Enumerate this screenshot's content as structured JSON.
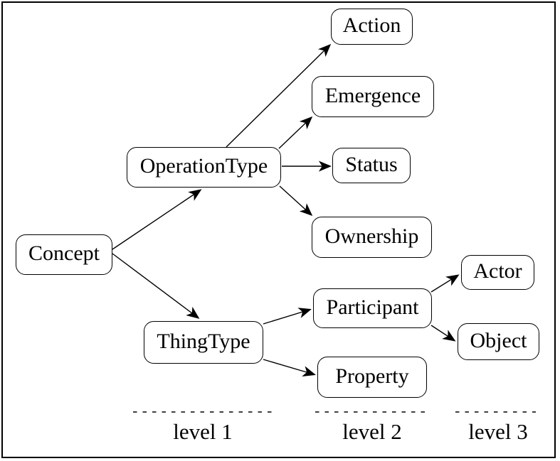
{
  "diagram": {
    "colors": {
      "background": "#ffffff",
      "line": "#000000",
      "text": "#000000",
      "node_fill": "#ffffff",
      "node_border": "#000000"
    },
    "nodes": {
      "concept": {
        "label": "Concept"
      },
      "operation_type": {
        "label": "OperationType"
      },
      "thing_type": {
        "label": "ThingType"
      },
      "action": {
        "label": "Action"
      },
      "emergence": {
        "label": "Emergence"
      },
      "status": {
        "label": "Status"
      },
      "ownership": {
        "label": "Ownership"
      },
      "participant": {
        "label": "Participant"
      },
      "property": {
        "label": "Property"
      },
      "actor": {
        "label": "Actor"
      },
      "object": {
        "label": "Object"
      }
    },
    "edges": [
      {
        "from": "Concept",
        "to": "OperationType"
      },
      {
        "from": "Concept",
        "to": "ThingType"
      },
      {
        "from": "OperationType",
        "to": "Action"
      },
      {
        "from": "OperationType",
        "to": "Emergence"
      },
      {
        "from": "OperationType",
        "to": "Status"
      },
      {
        "from": "OperationType",
        "to": "Ownership"
      },
      {
        "from": "ThingType",
        "to": "Participant"
      },
      {
        "from": "ThingType",
        "to": "Property"
      },
      {
        "from": "Participant",
        "to": "Actor"
      },
      {
        "from": "Participant",
        "to": "Object"
      }
    ],
    "level_labels": {
      "level1": "level 1",
      "level2": "level 2",
      "level3": "level 3"
    }
  }
}
